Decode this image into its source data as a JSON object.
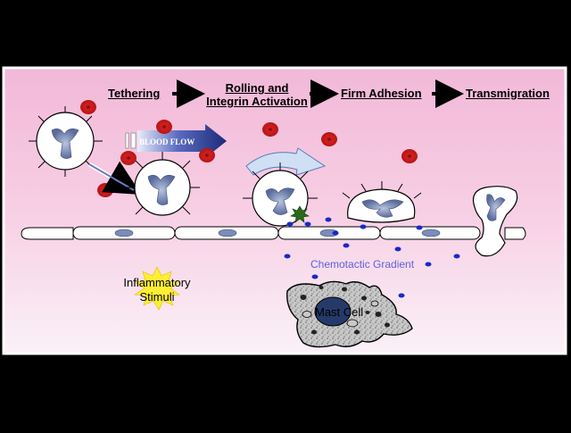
{
  "steps": {
    "tethering": "Tethering",
    "rolling_line1": "Rolling and",
    "rolling_line2": "Integrin Activation",
    "firm_adhesion": "Firm Adhesion",
    "transmigration": "Transmigration"
  },
  "labels": {
    "blood_flow": "BLOOD FLOW",
    "chemotactic_gradient": "Chemotactic Gradient",
    "inflammatory_line1": "Inflammatory",
    "inflammatory_line2": "Stimuli",
    "mast_cell": "Mast Cell"
  },
  "colors": {
    "background_top": "#f2b8d8",
    "background_bottom": "#f8f0f6",
    "red_cell": "#cc1a1a",
    "chemokine_dot": "#1a28c8",
    "nucleus": "#7a8cb8",
    "flow_arrow": "#2a3a8a",
    "inflammatory_burst": "#ffee33",
    "activation_star": "#2a6a1a"
  }
}
